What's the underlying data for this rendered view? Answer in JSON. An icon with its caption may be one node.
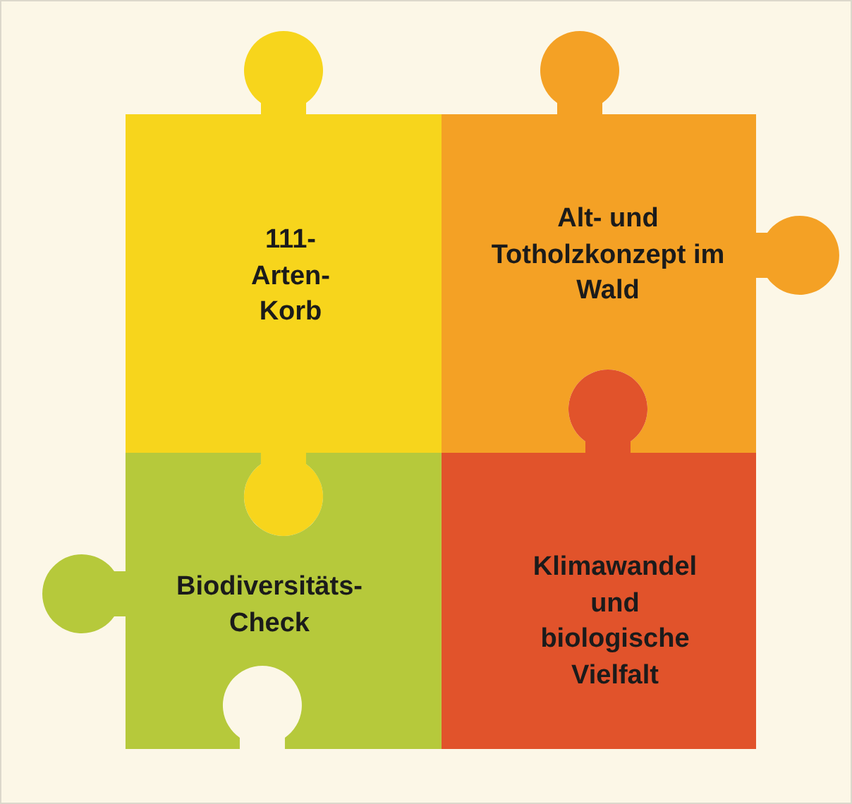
{
  "diagram": {
    "nodes": [
      {
        "text": [
          "111- Arten- Korb"
        ]
      },
      {
        "text": [
          "Alt- und Totholzkonzept im Wald"
        ]
      },
      {
        "text": [
          "Biodiversitäts- Check"
        ]
      },
      {
        "text": [
          "Klimawandel und biologische Vielfalt"
        ]
      }
    ]
  }
}
